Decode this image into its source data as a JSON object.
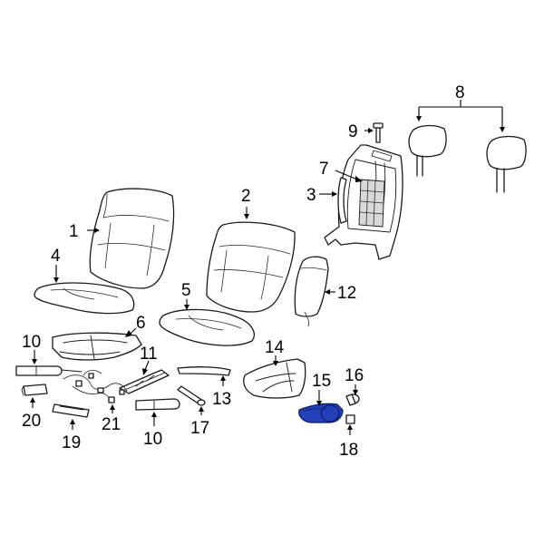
{
  "diagram": {
    "highlight_color": "#2440b8",
    "highlighted_part": "15",
    "callouts": {
      "c1": "1",
      "c2": "2",
      "c3": "3",
      "c4": "4",
      "c5": "5",
      "c6": "6",
      "c7": "7",
      "c8": "8",
      "c9": "9",
      "c10a": "10",
      "c10b": "10",
      "c11": "11",
      "c12": "12",
      "c13": "13",
      "c14": "14",
      "c15": "15",
      "c16": "16",
      "c17": "17",
      "c18": "18",
      "c19": "19",
      "c20": "20",
      "c21": "21"
    }
  }
}
